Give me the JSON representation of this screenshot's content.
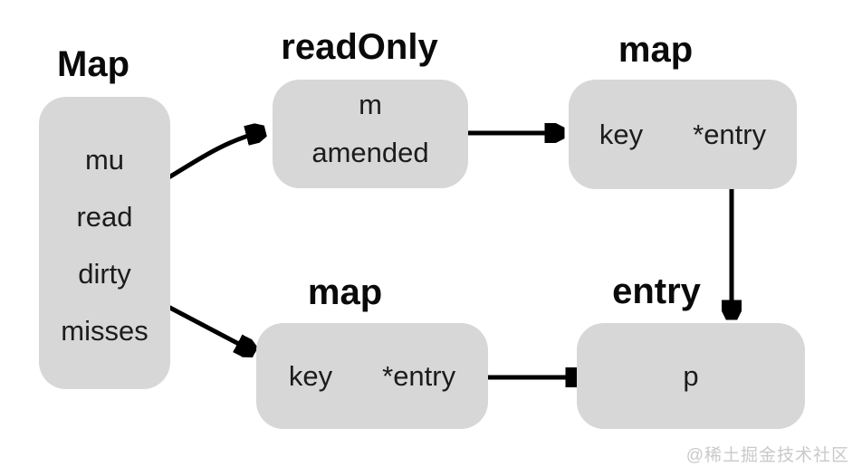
{
  "colors": {
    "background": "#ffffff",
    "box_fill": "#d7d7d7",
    "field_text": "#1c1c1c",
    "title_text": "#0a0a0a",
    "arrow": "#000000",
    "watermark": "#c9c9c9"
  },
  "nodes": [
    {
      "id": "map-struct",
      "title": "Map",
      "fields": [
        "mu",
        "read",
        "dirty",
        "misses"
      ]
    },
    {
      "id": "read-only",
      "title": "readOnly",
      "fields": [
        "m",
        "amended"
      ]
    },
    {
      "id": "map-read",
      "title": "map",
      "fields": [
        "key",
        "*entry"
      ]
    },
    {
      "id": "map-dirty",
      "title": "map",
      "fields": [
        "key",
        "*entry"
      ]
    },
    {
      "id": "entry",
      "title": "entry",
      "fields": [
        "p"
      ]
    }
  ],
  "edges": [
    {
      "from": "Map.read",
      "to": "readOnly",
      "style": "curved"
    },
    {
      "from": "readOnly.m",
      "to": "map (read)",
      "style": "straight"
    },
    {
      "from": "map(read).*entry",
      "to": "entry",
      "style": "straight"
    },
    {
      "from": "Map.dirty",
      "to": "map (dirty)",
      "style": "straight"
    },
    {
      "from": "map(dirty).*entry",
      "to": "entry",
      "style": "straight"
    }
  ],
  "watermark": {
    "text": "@稀土掘金技术社区"
  }
}
